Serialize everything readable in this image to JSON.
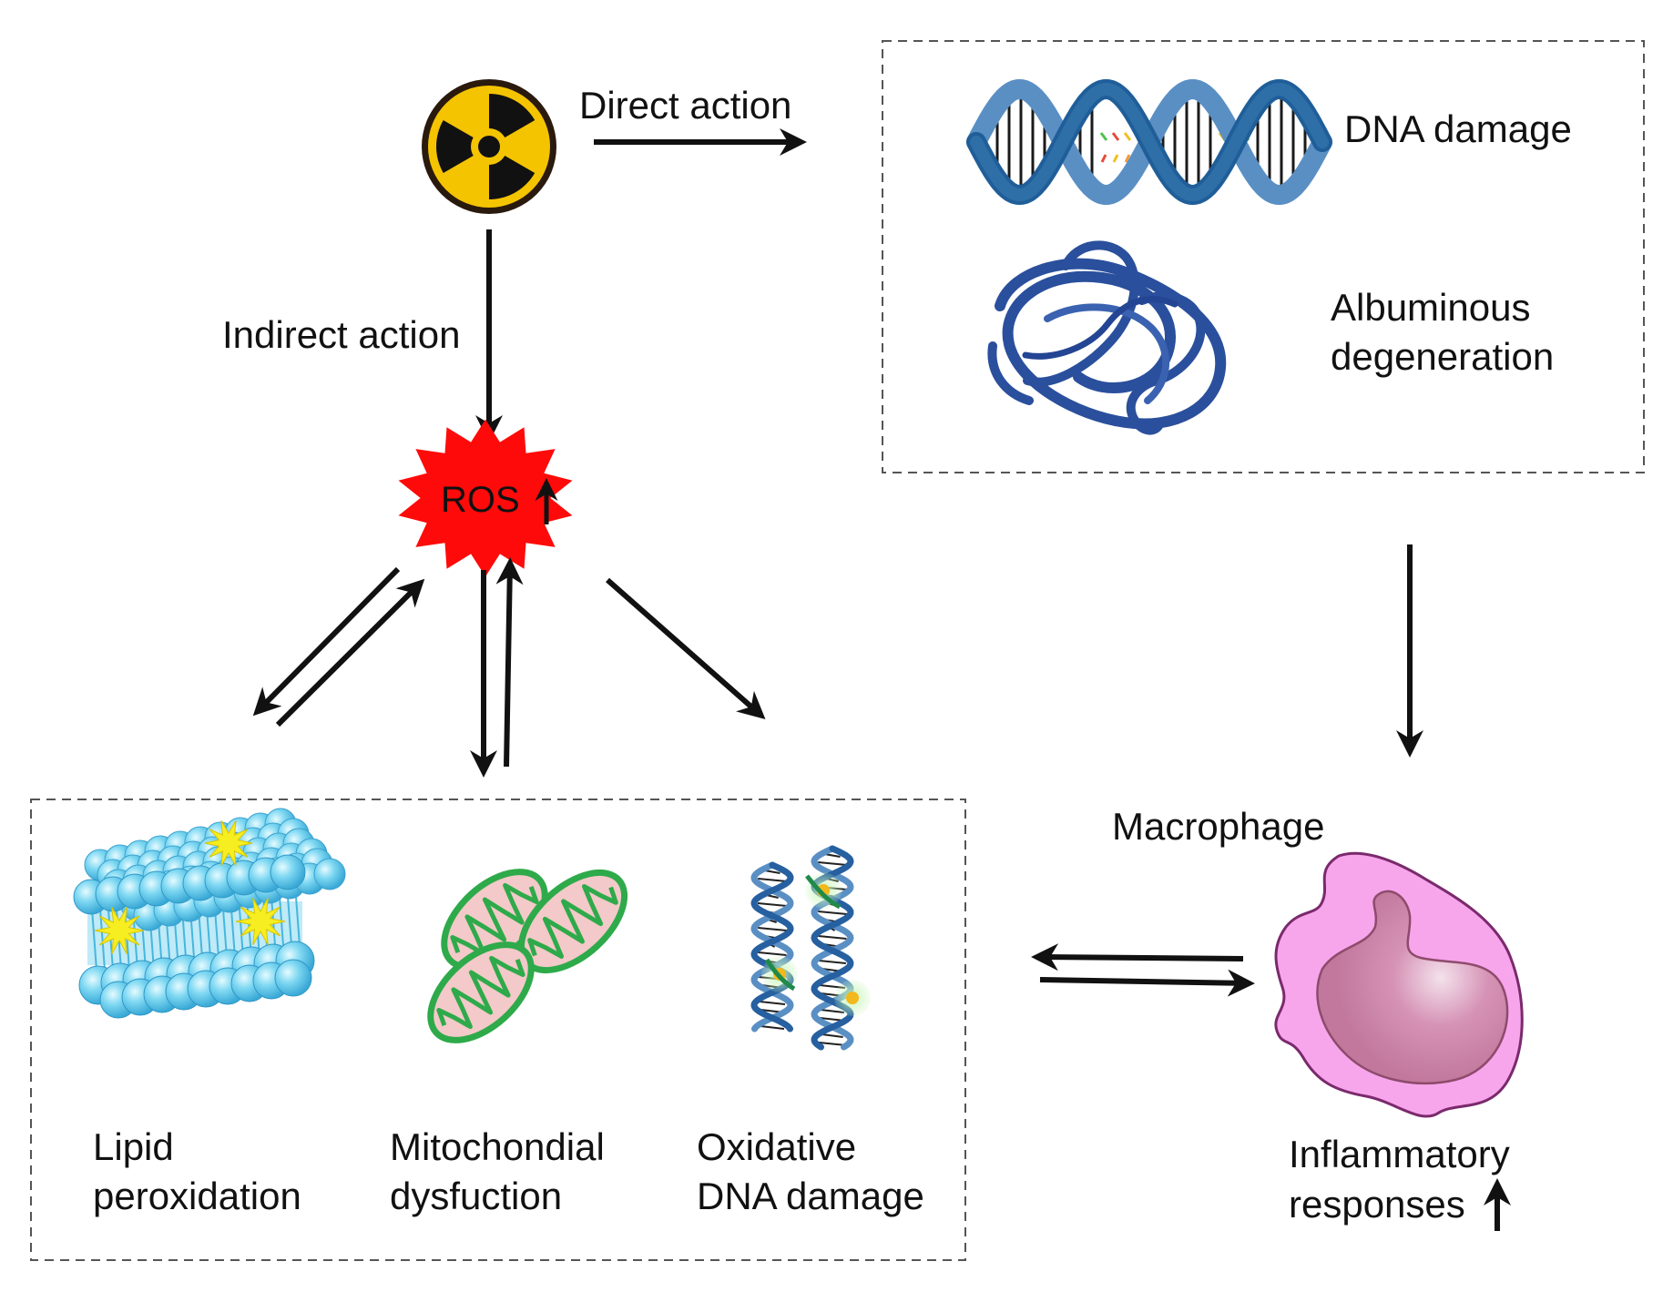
{
  "labels": {
    "direct_action": "Direct action",
    "indirect_action": "Indirect action",
    "ros": "ROS",
    "dna_damage": "DNA damage",
    "albuminous_line1": "Albuminous",
    "albuminous_line2": "degeneration",
    "macrophage": "Macrophage",
    "lipid_line1": "Lipid",
    "lipid_line2": "peroxidation",
    "mito_line1": "Mitochondial",
    "mito_line2": "dysfuction",
    "oxdna_line1": "Oxidative",
    "oxdna_line2": "DNA damage",
    "inflam_line1": "Inflammatory",
    "inflam_line2": "responses"
  },
  "icons": {
    "radiation": "radiation-icon",
    "ros_burst": "ros-burst-icon",
    "dna_helix": "dna-helix-icon",
    "protein_coil": "protein-coil-icon",
    "lipid_bilayer": "lipid-bilayer-icon",
    "mitochondria": "mitochondria-icon",
    "oxidative_dna": "oxidative-dna-icon",
    "macrophage": "macrophage-icon",
    "up_arrow": "up-arrow-icon"
  },
  "colors": {
    "ros_red": "#ff0a0a",
    "radiation_yellow": "#f5c400",
    "dna_blue": "#2f6fa8",
    "protein_blue": "#2a4f9c",
    "lipid_cyan": "#66ccee",
    "mito_green": "#2eaa4a",
    "mito_pink": "#f3c9c9",
    "macrophage_pink": "#f7a6ec",
    "nucleus_mauve": "#c97fa6"
  }
}
